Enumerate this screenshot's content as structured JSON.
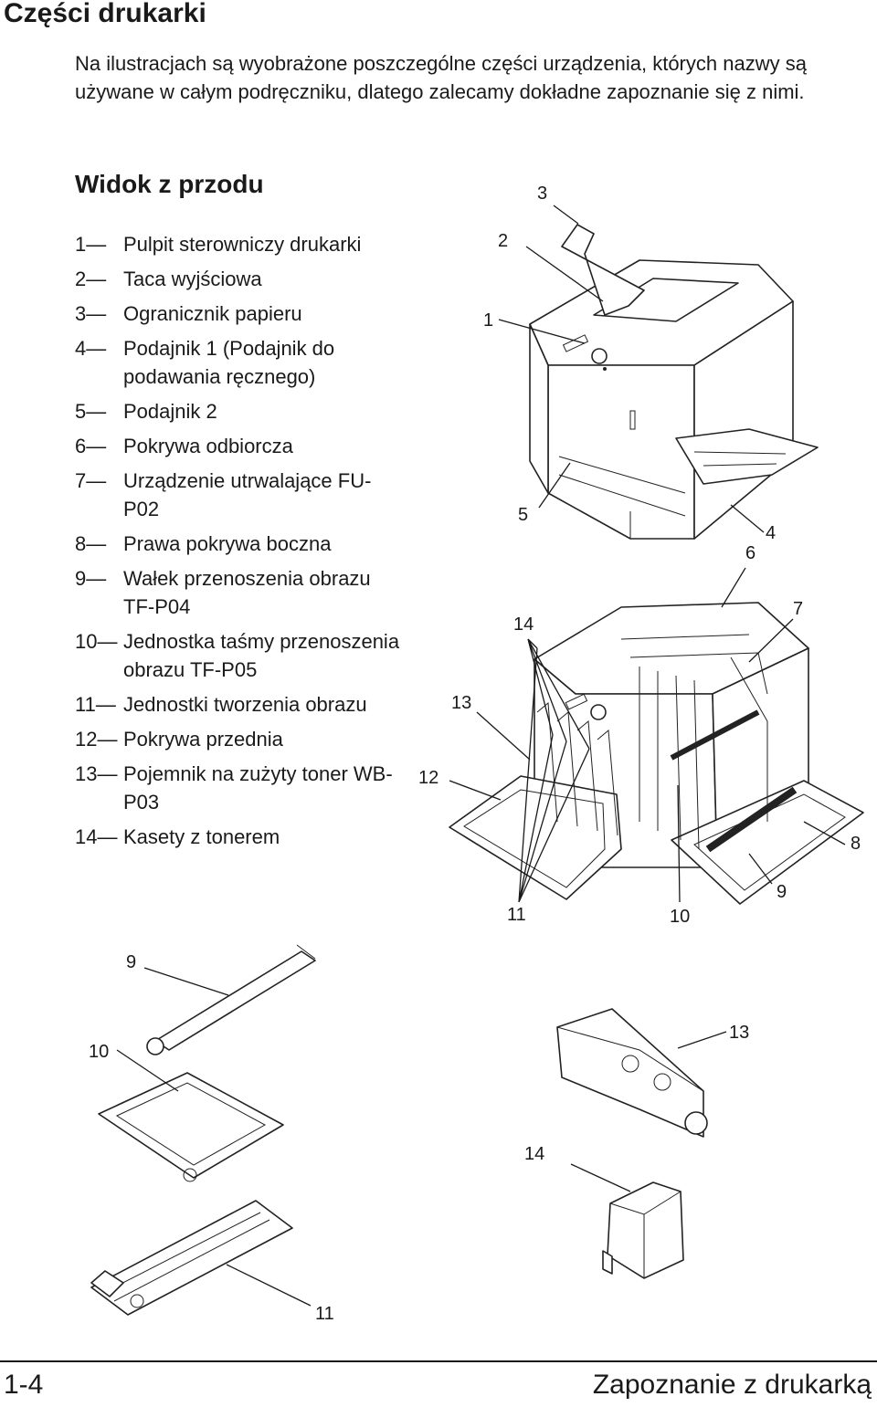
{
  "page_title": "Części drukarki",
  "intro": "Na ilustracjach są wyobrażone poszczególne części urządzenia, których nazwy są używane w całym podręczniku, dlatego zalecamy dokładne zapoznanie się z nimi.",
  "section_title": "Widok z przodu",
  "legend": [
    {
      "num": "1—",
      "text": "Pulpit sterowniczy drukarki"
    },
    {
      "num": "2—",
      "text": "Taca wyjściowa"
    },
    {
      "num": "3—",
      "text": "Ogranicznik papieru"
    },
    {
      "num": "4—",
      "text": "Podajnik 1 (Podajnik do podawania ręcznego)"
    },
    {
      "num": "5—",
      "text": "Podajnik 2"
    },
    {
      "num": "6—",
      "text": "Pokrywa odbiorcza"
    },
    {
      "num": "7—",
      "text": "Urządzenie utrwalające FU-P02"
    },
    {
      "num": "8—",
      "text": "Prawa pokrywa boczna"
    },
    {
      "num": "9—",
      "text": "Wałek przenoszenia obrazu TF-P04"
    },
    {
      "num": "10—",
      "text": "Jednostka taśmy przenoszenia obrazu TF-P05"
    },
    {
      "num": "11—",
      "text": "Jednostki tworzenia obrazu"
    },
    {
      "num": "12—",
      "text": "Pokrywa przednia"
    },
    {
      "num": "13—",
      "text": "Pojemnik na zużyty toner WB-P03"
    },
    {
      "num": "14—",
      "text": "Kasety z tonerem"
    }
  ],
  "callouts": {
    "c1": "1",
    "c2": "2",
    "c3": "3",
    "c4": "4",
    "c5": "5",
    "c6": "6",
    "c7": "7",
    "c8": "8",
    "c9": "9",
    "c10": "10",
    "c11": "11",
    "c12": "12",
    "c13": "13",
    "c14": "14",
    "d9": "9",
    "d10": "10",
    "d11": "11",
    "d13": "13",
    "d14": "14"
  },
  "footer": {
    "page_number": "1-4",
    "chapter": "Zapoznanie z drukarką"
  }
}
